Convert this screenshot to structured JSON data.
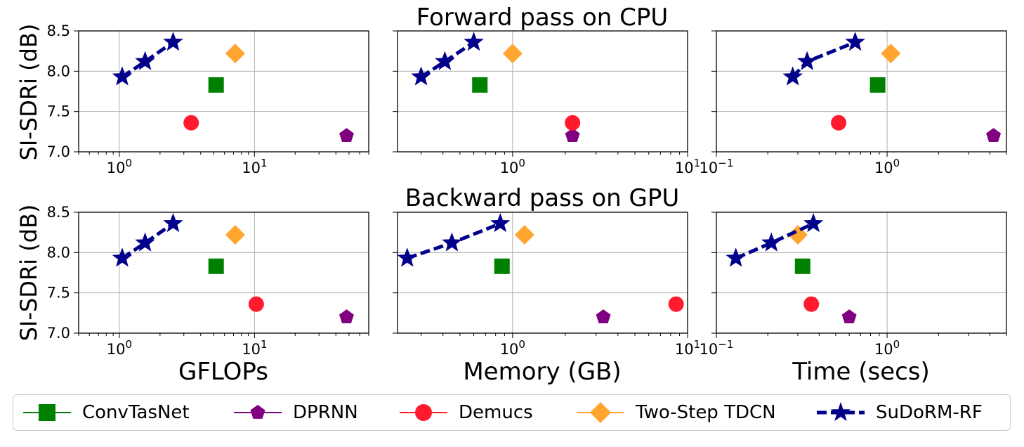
{
  "figure": {
    "row_titles": [
      "Forward pass on CPU",
      "Backward pass on GPU"
    ],
    "ylabel": "SI-SDRi (dB)",
    "xlabels": [
      "GFLOPs",
      "Memory (GB)",
      "Time (secs)"
    ]
  },
  "legend": {
    "position": "bottom",
    "items": [
      {
        "name": "ConvTasNet",
        "marker": "square",
        "color": "#008000"
      },
      {
        "name": "DPRNN",
        "marker": "pentagon",
        "color": "#800080"
      },
      {
        "name": "Demucs",
        "marker": "circle",
        "color": "#ff1a2e"
      },
      {
        "name": "Two-Step TDCN",
        "marker": "diamond",
        "color": "#ffa530"
      },
      {
        "name": "SuDoRM-RF",
        "marker": "star",
        "color": "#00008b",
        "line": "dashed"
      }
    ]
  },
  "chart_data": [
    {
      "type": "scatter",
      "title": "Forward pass on CPU",
      "xlabel": "",
      "ylabel": "SI-SDRi (dB)",
      "xscale": "log",
      "xlim": [
        0.5,
        70
      ],
      "ylim": [
        7.0,
        8.5
      ],
      "grid": true,
      "xticks": [
        {
          "v": 1,
          "label": "10^0"
        },
        {
          "v": 10,
          "label": "10^1"
        }
      ],
      "yticks": [
        "7.0",
        "7.5",
        "8.0",
        "8.5"
      ],
      "series": [
        {
          "name": "ConvTasNet",
          "points": [
            [
              5.2,
              7.83
            ]
          ]
        },
        {
          "name": "DPRNN",
          "points": [
            [
              48,
              7.2
            ]
          ]
        },
        {
          "name": "Demucs",
          "points": [
            [
              3.4,
              7.36
            ]
          ]
        },
        {
          "name": "Two-Step TDCN",
          "points": [
            [
              7.2,
              8.22
            ]
          ]
        },
        {
          "name": "SuDoRM-RF",
          "points": [
            [
              1.05,
              7.93
            ],
            [
              1.55,
              8.12
            ],
            [
              2.5,
              8.36
            ]
          ]
        }
      ]
    },
    {
      "type": "scatter",
      "title": "",
      "xlabel": "",
      "ylabel": "",
      "xscale": "log",
      "xlim": [
        0.22,
        10
      ],
      "ylim": [
        7.0,
        8.5
      ],
      "grid": true,
      "xticks": [
        {
          "v": 1,
          "label": "10^0"
        },
        {
          "v": 10,
          "label": "10^1"
        }
      ],
      "yticks": [
        "",
        "",
        "",
        ""
      ],
      "series": [
        {
          "name": "ConvTasNet",
          "points": [
            [
              0.65,
              7.83
            ]
          ]
        },
        {
          "name": "DPRNN",
          "points": [
            [
              2.2,
              7.2
            ]
          ]
        },
        {
          "name": "Demucs",
          "points": [
            [
              2.2,
              7.36
            ]
          ]
        },
        {
          "name": "Two-Step TDCN",
          "points": [
            [
              1.0,
              8.22
            ]
          ]
        },
        {
          "name": "SuDoRM-RF",
          "points": [
            [
              0.3,
              7.93
            ],
            [
              0.41,
              8.12
            ],
            [
              0.6,
              8.36
            ]
          ]
        }
      ]
    },
    {
      "type": "scatter",
      "title": "",
      "xlabel": "",
      "ylabel": "",
      "xscale": "log",
      "xlim": [
        0.1,
        5
      ],
      "ylim": [
        7.0,
        8.5
      ],
      "grid": true,
      "xticks": [
        {
          "v": 0.1,
          "label": "10^-1"
        },
        {
          "v": 1,
          "label": "10^0"
        }
      ],
      "yticks": [
        "",
        "",
        "",
        ""
      ],
      "series": [
        {
          "name": "ConvTasNet",
          "points": [
            [
              0.88,
              7.83
            ]
          ]
        },
        {
          "name": "DPRNN",
          "points": [
            [
              4.2,
              7.2
            ]
          ]
        },
        {
          "name": "Demucs",
          "points": [
            [
              0.52,
              7.36
            ]
          ]
        },
        {
          "name": "Two-Step TDCN",
          "points": [
            [
              1.05,
              8.22
            ]
          ]
        },
        {
          "name": "SuDoRM-RF",
          "points": [
            [
              0.28,
              7.93
            ],
            [
              0.34,
              8.12
            ],
            [
              0.65,
              8.36
            ]
          ]
        }
      ]
    },
    {
      "type": "scatter",
      "title": "Backward pass on GPU",
      "xlabel": "GFLOPs",
      "ylabel": "SI-SDRi (dB)",
      "xscale": "log",
      "xlim": [
        0.5,
        70
      ],
      "ylim": [
        7.0,
        8.5
      ],
      "grid": true,
      "xticks": [
        {
          "v": 1,
          "label": "10^0"
        },
        {
          "v": 10,
          "label": "10^1"
        }
      ],
      "yticks": [
        "7.0",
        "7.5",
        "8.0",
        "8.5"
      ],
      "series": [
        {
          "name": "ConvTasNet",
          "points": [
            [
              5.2,
              7.83
            ]
          ]
        },
        {
          "name": "DPRNN",
          "points": [
            [
              48,
              7.2
            ]
          ]
        },
        {
          "name": "Demucs",
          "points": [
            [
              10.3,
              7.36
            ]
          ]
        },
        {
          "name": "Two-Step TDCN",
          "points": [
            [
              7.2,
              8.22
            ]
          ]
        },
        {
          "name": "SuDoRM-RF",
          "points": [
            [
              1.05,
              7.93
            ],
            [
              1.55,
              8.12
            ],
            [
              2.5,
              8.36
            ]
          ]
        }
      ]
    },
    {
      "type": "scatter",
      "title": "",
      "xlabel": "Memory (GB)",
      "ylabel": "",
      "xscale": "log",
      "xlim": [
        0.22,
        10
      ],
      "ylim": [
        7.0,
        8.5
      ],
      "grid": true,
      "xticks": [
        {
          "v": 1,
          "label": "10^0"
        },
        {
          "v": 10,
          "label": "10^1"
        }
      ],
      "yticks": [
        "",
        "",
        "",
        ""
      ],
      "series": [
        {
          "name": "ConvTasNet",
          "points": [
            [
              0.87,
              7.83
            ]
          ]
        },
        {
          "name": "DPRNN",
          "points": [
            [
              3.3,
              7.2
            ]
          ]
        },
        {
          "name": "Demucs",
          "points": [
            [
              8.6,
              7.36
            ]
          ]
        },
        {
          "name": "Two-Step TDCN",
          "points": [
            [
              1.17,
              8.22
            ]
          ]
        },
        {
          "name": "SuDoRM-RF",
          "points": [
            [
              0.25,
              7.93
            ],
            [
              0.45,
              8.12
            ],
            [
              0.85,
              8.36
            ]
          ]
        }
      ]
    },
    {
      "type": "scatter",
      "title": "",
      "xlabel": "Time (secs)",
      "ylabel": "",
      "xscale": "log",
      "xlim": [
        0.1,
        5
      ],
      "ylim": [
        7.0,
        8.5
      ],
      "grid": true,
      "xticks": [
        {
          "v": 0.1,
          "label": "10^-1"
        },
        {
          "v": 1,
          "label": "10^0"
        }
      ],
      "yticks": [
        "",
        "",
        "",
        ""
      ],
      "series": [
        {
          "name": "ConvTasNet",
          "points": [
            [
              0.32,
              7.83
            ]
          ]
        },
        {
          "name": "DPRNN",
          "points": [
            [
              0.6,
              7.2
            ]
          ]
        },
        {
          "name": "Demucs",
          "points": [
            [
              0.36,
              7.36
            ]
          ]
        },
        {
          "name": "Two-Step TDCN",
          "points": [
            [
              0.3,
              8.22
            ]
          ]
        },
        {
          "name": "SuDoRM-RF",
          "points": [
            [
              0.13,
              7.93
            ],
            [
              0.21,
              8.12
            ],
            [
              0.37,
              8.36
            ]
          ]
        }
      ]
    }
  ]
}
